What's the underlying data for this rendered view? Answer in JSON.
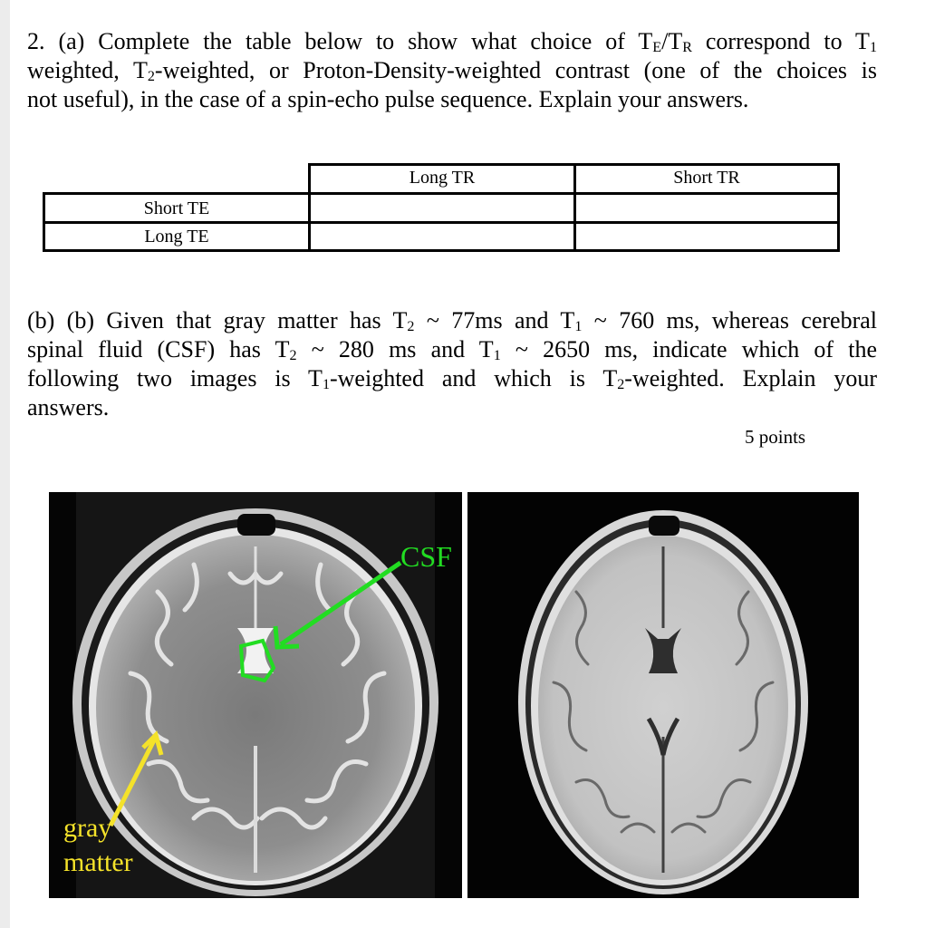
{
  "question_a": {
    "line1_pre": "2. (a) Complete the table below to show what choice of T",
    "line1_sub_e": "E",
    "line1_slash": "/T",
    "line1_sub_r": "R",
    "line1_post": " correspond to T",
    "line1_sub_1": "1",
    "line2_pre": "weighted, T",
    "line2_sub": "2",
    "line2_post": "-weighted, or Proton-Density-weighted contrast (one of the choices is",
    "line3": "not useful), in the case of a spin-echo pulse sequence. Explain your answers."
  },
  "table": {
    "col_headers": [
      "Long TR",
      "Short TR"
    ],
    "row_headers": [
      "Short TE",
      "Long TE"
    ]
  },
  "question_b": {
    "line1_a": "(b) (b) Given that gray matter has T",
    "line1_sub_a": "2",
    "line1_b": " ~ 77ms and T",
    "line1_sub_b": "1",
    "line1_c": " ~ 760 ms, whereas cerebral",
    "line2_a": "spinal fluid (CSF) has T",
    "line2_sub_a": "2",
    "line2_b": " ~ 280 ms and T",
    "line2_sub_b": "1",
    "line2_c": " ~ 2650 ms, indicate which of the",
    "line3_a": "following two images is T",
    "line3_sub_a": "1",
    "line3_b": "-weighted and which is T",
    "line3_sub_b": "2",
    "line3_c": "-weighted. Explain your",
    "line4": "answers."
  },
  "points": "5 points",
  "images": {
    "left_label_csf": "CSF",
    "left_label_gm_1": "gray",
    "left_label_gm_2": "matter",
    "annotation_colors": {
      "csf": "#22dd22",
      "gray_matter": "#f4e22a"
    }
  }
}
